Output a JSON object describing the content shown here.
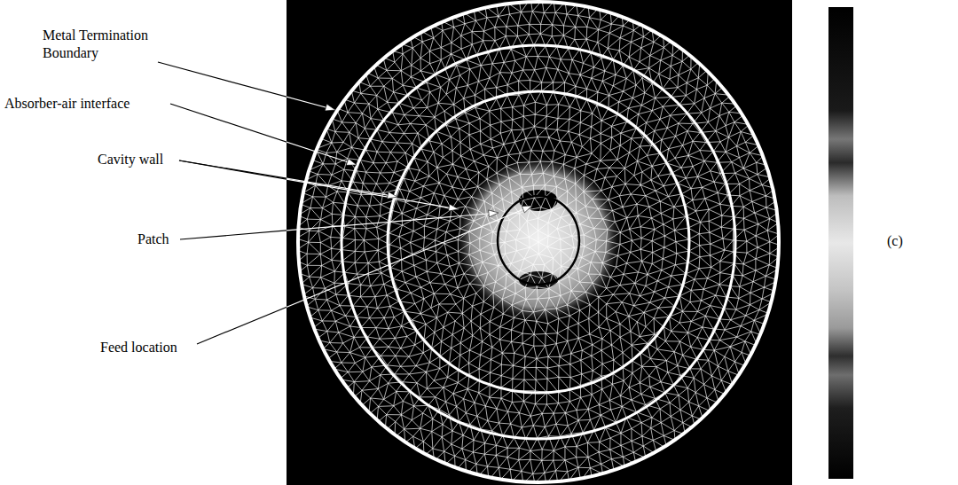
{
  "diagram": {
    "labels": [
      "Metal Termination Boundary",
      "Absorber-air interface",
      "Cavity wall",
      "Patch",
      "Feed location",
      "(c)"
    ]
  }
}
